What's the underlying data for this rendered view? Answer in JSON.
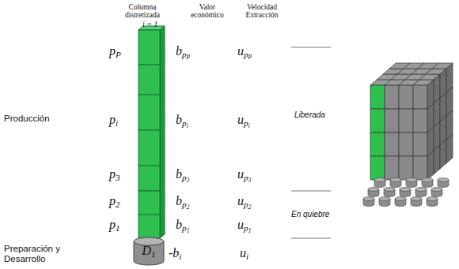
{
  "diagram": {
    "nodes": [
      {
        "text": [
          "D1"
        ]
      }
    ],
    "labels": [
      "Columna distretizada",
      "Valor económico",
      "Velocidad Extracción",
      "i = 1",
      "pP",
      "bpP",
      "upP",
      "Producción",
      "pi",
      "bpi",
      "upi",
      "Liberada",
      "p3",
      "bp3",
      "up3",
      "p2",
      "bp2",
      "up2",
      "En quiebre",
      "p1",
      "bp1",
      "up1",
      "Preparación y Desarrollo",
      "-bi",
      "ui"
    ]
  }
}
